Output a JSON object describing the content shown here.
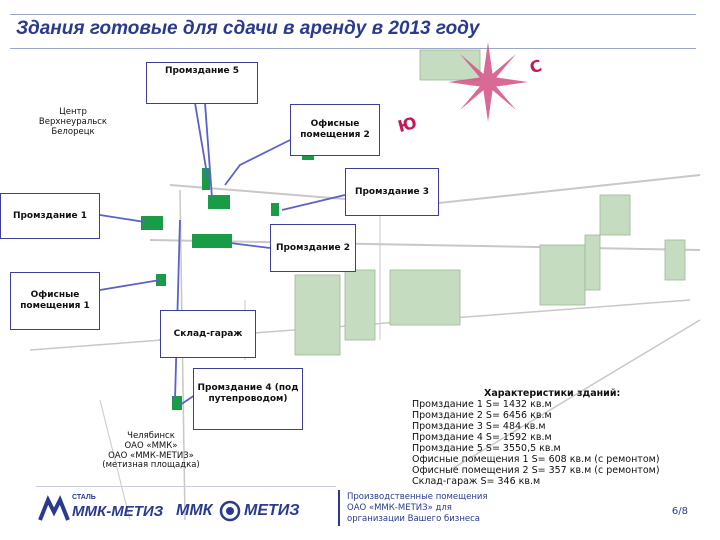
{
  "header": {
    "title": "Здания готовые для сдачи в аренду в 2013 году"
  },
  "map": {
    "compass": {
      "north": "С",
      "south": "Ю"
    },
    "places": {
      "center_line1": "Центр",
      "center_line2": "Верхнеуральск",
      "center_line3": "Белорецк",
      "chelyabinsk_line1": "Челябинск",
      "chelyabinsk_line2": "ОАО «ММК»",
      "chelyabinsk_line3": "ОАО «ММК-МЕТИЗ»",
      "chelyabinsk_line4": "(метизная площадка)"
    },
    "callouts": {
      "b5": "Промздание 5",
      "office2": "Офисные помещения 2",
      "b3": "Промздание 3",
      "b1": "Промздание 1",
      "b2": "Промздание 2",
      "office1": "Офисные помещения 1",
      "warehouse": "Склад-гараж",
      "b4": "Промздание 4 (под путепроводом)"
    },
    "colors": {
      "building": "#c5dcc0",
      "highlight": "#1a9c46",
      "road": "#c8c8c8",
      "callout_border": "#3b3f9a",
      "leader": "#5a62c8",
      "compass": "#d45a8a"
    }
  },
  "characteristics": {
    "heading": "Характеристики зданий:",
    "rows": [
      "Промздание 1  S= 1432 кв.м",
      "Промздание 2  S= 6456 кв.м",
      "Промздание 3  S= 484 кв.м",
      "Промздание 4  S= 1592 кв.м",
      "Промздание 5  S= 3550,5 кв.м",
      "Офисные помещения 1 S= 608 кв.м (с ремонтом)",
      "Офисные помещения 2 S= 357 кв.м (с ремонтом)",
      "Склад-гараж  S= 346 кв.м"
    ]
  },
  "footer": {
    "logo1_top": "СТАЛЬ",
    "logo1_main": "ММК-МЕТИЗ",
    "logo2_left": "ММК",
    "logo2_right": "МЕТИЗ",
    "promo_line1": "Производственные помещения",
    "promo_line2": "ОАО «ММК-МЕТИЗ» для",
    "promo_line3": "организации Вашего бизнеса",
    "page": "6/8"
  }
}
